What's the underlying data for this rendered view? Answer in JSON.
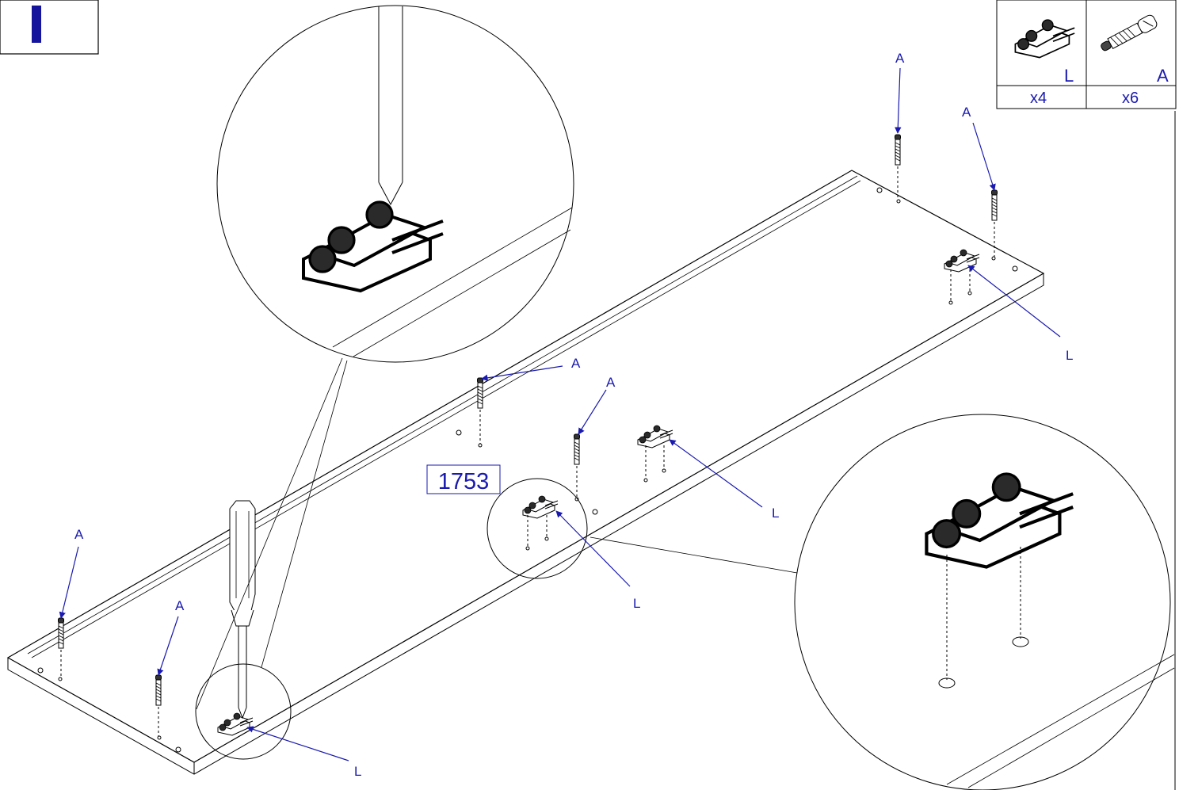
{
  "step": {
    "badge_color": "#14149c"
  },
  "parts_table": {
    "items": [
      {
        "icon": "hinge-plate-icon",
        "letter": "L",
        "quantity": "x4"
      },
      {
        "icon": "cam-dowel-icon",
        "letter": "A",
        "quantity": "x6"
      }
    ]
  },
  "dimension": {
    "value": "1753"
  },
  "labels": {
    "dowel": "A",
    "plate": "L"
  },
  "colors": {
    "callout": "#1a1ab0",
    "line": "#000000"
  }
}
